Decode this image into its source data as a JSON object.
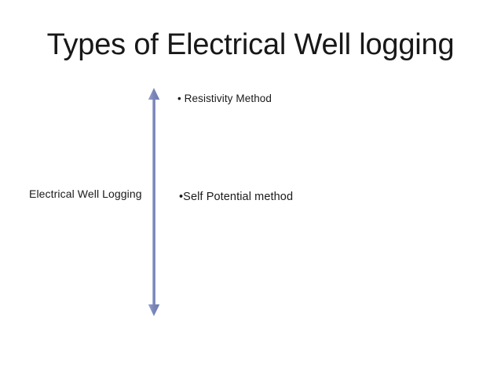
{
  "slide": {
    "title": "Types of Electrical Well logging",
    "background_color": "#ffffff",
    "text_color": "#1a1a1a",
    "category_label": "Electrical Well Logging",
    "bullets": [
      {
        "text": "• Resistivity Method"
      },
      {
        "text": "•Self Potential method"
      }
    ],
    "arrow": {
      "name": "double-headed-vertical-arrow",
      "color": "#7b87bb",
      "direction": "up-down"
    }
  }
}
